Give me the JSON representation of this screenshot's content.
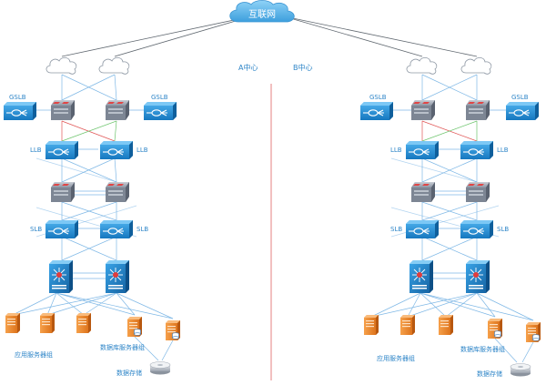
{
  "internet": {
    "label": "互联网"
  },
  "centers": {
    "a": {
      "label": "A中心"
    },
    "b": {
      "label": "B中心"
    }
  },
  "labels": {
    "gslb": "GSLB",
    "llb": "LLB",
    "slb": "SLB",
    "app_group": "应用服务器组",
    "db_group": "数据库服务器组",
    "storage": "数据存储"
  },
  "colors": {
    "device_blue": "#1f8fd6",
    "link_blue": "#7fb8e6",
    "link_red": "#e05555",
    "link_green": "#6cc46c",
    "divider_red": "#e06060",
    "server_orange": "#f08a2c",
    "cloud_blue": "#5fb6ea"
  }
}
